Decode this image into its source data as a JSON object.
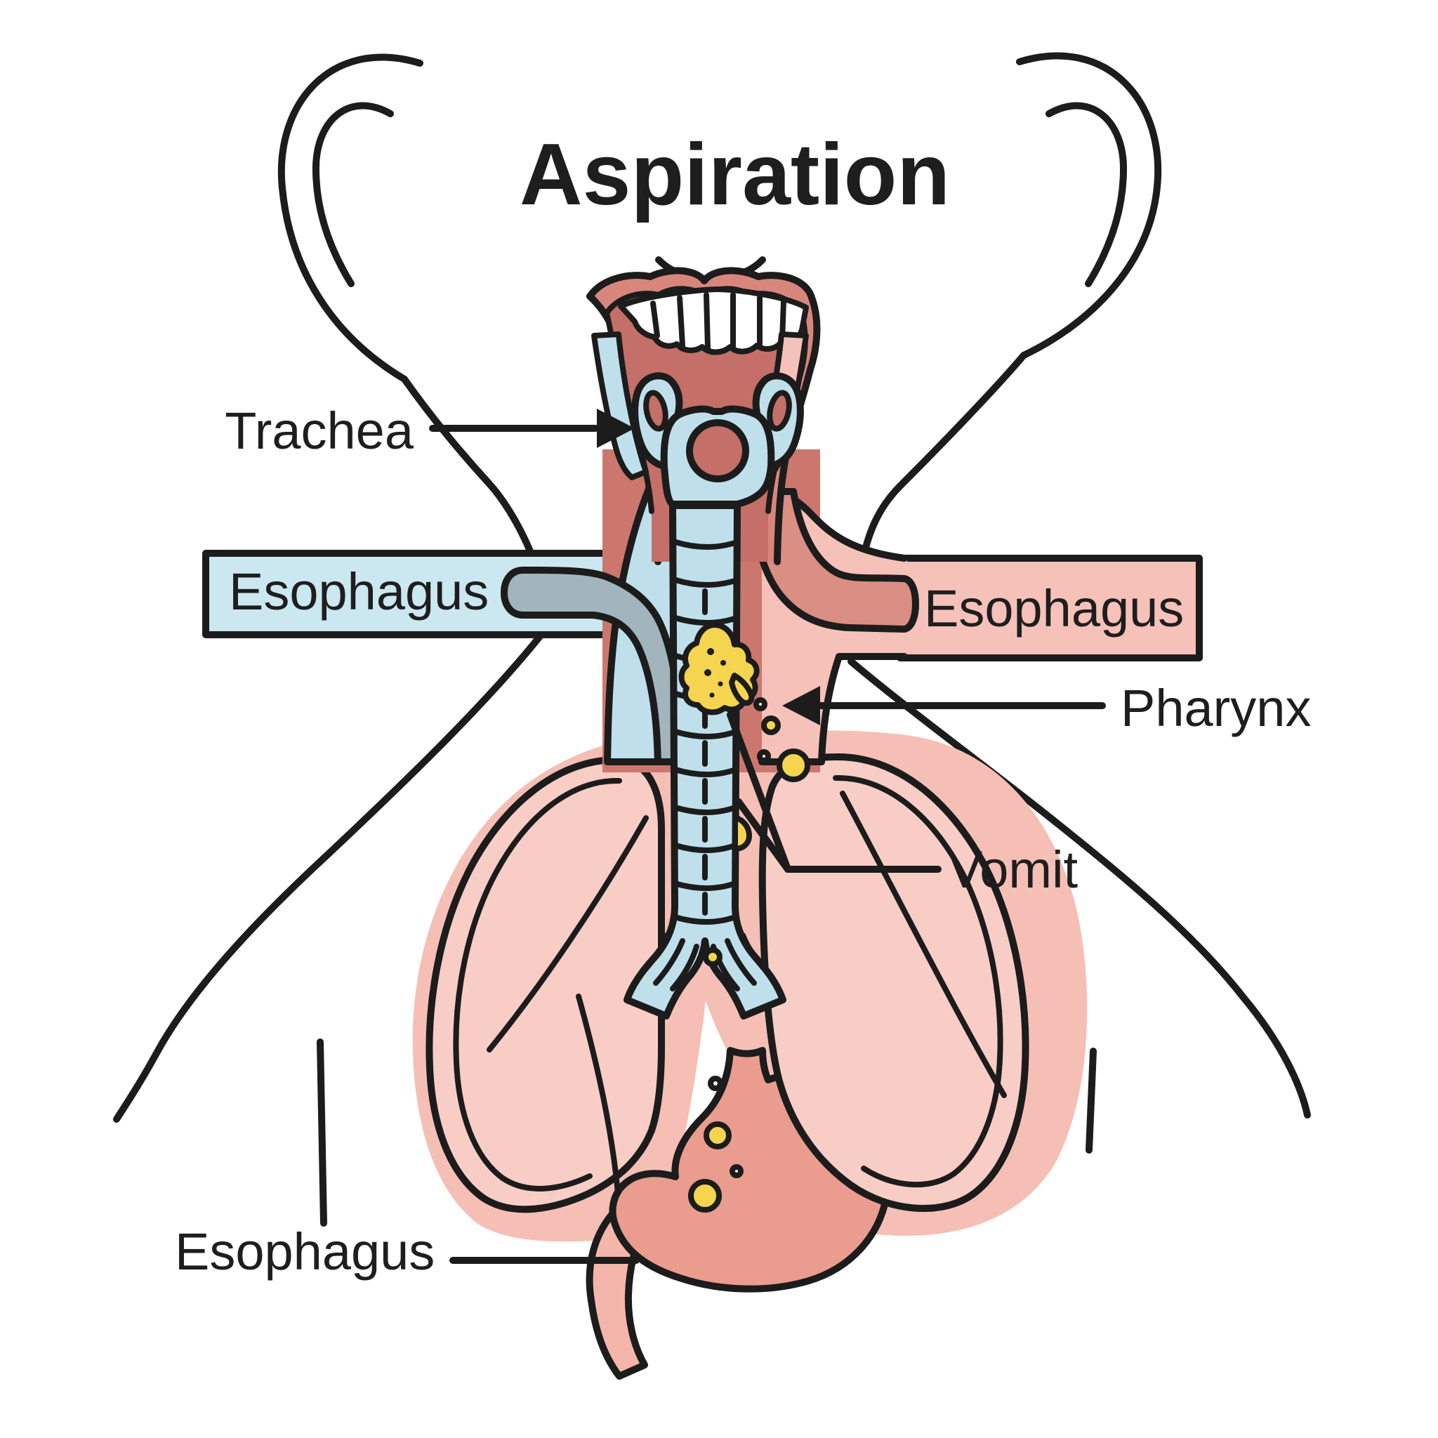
{
  "title": "Aspiration",
  "labels": {
    "trachea": "Trachea",
    "esophagus_left": "Esophagus",
    "esophagus_right": "Esophagus",
    "pharynx": "Pharynx",
    "vomit": "Vomit",
    "esophagus_bottom": "Esophagus"
  },
  "colors": {
    "outline": "#1c1c1c",
    "trachea_blue": "#BFE0EB",
    "esophagus_box_blue": "#CBE7F0",
    "gray_tube": "#A2B4BC",
    "pharynx_red": "#CC776E",
    "mouth_lip": "#D8867C",
    "oral_cavity": "#C46F67",
    "esophagus_pink": "#F5C1B8",
    "esophagus_tube_dark": "#DB8E83",
    "lung_pink": "#F8CDC5",
    "chest_pink": "#F5BFB5",
    "stomach": "#EA9C8F",
    "stomach_cut": "#F4B6AB",
    "vomit_yellow": "#F5D44F"
  }
}
